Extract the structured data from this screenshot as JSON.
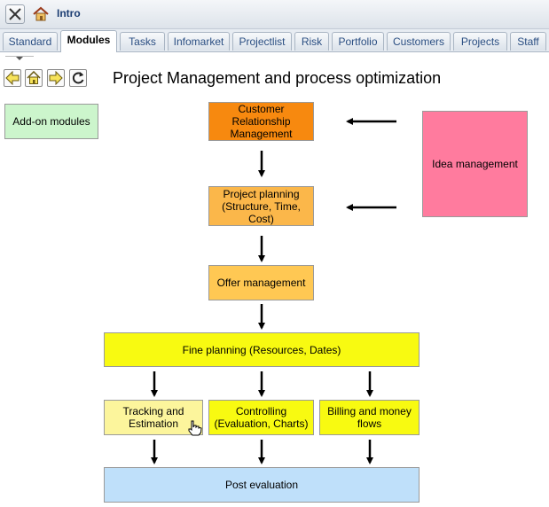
{
  "window": {
    "title": "Intro"
  },
  "tabs": [
    {
      "label": "Standard",
      "active": false
    },
    {
      "label": "Modules",
      "active": true
    },
    {
      "label": "Tasks",
      "active": false
    },
    {
      "label": "Infomarket",
      "active": false
    },
    {
      "label": "Projectlist",
      "active": false
    },
    {
      "label": "Risk",
      "active": false
    },
    {
      "label": "Portfolio",
      "active": false
    },
    {
      "label": "Customers",
      "active": false
    },
    {
      "label": "Projects",
      "active": false
    },
    {
      "label": "Staff",
      "active": false
    }
  ],
  "toolbar": {
    "icons": [
      "arrow-left-icon",
      "home-icon",
      "arrow-right-icon",
      "refresh-icon"
    ]
  },
  "page": {
    "heading": "Project Management and process optimization"
  },
  "diagram": {
    "addon": "Add-on modules",
    "crm": "Customer Relationship Management",
    "idea": "Idea management",
    "planning": "Project planning (Structure, Time, Cost)",
    "offer": "Offer management",
    "fine": "Fine planning (Resources, Dates)",
    "tracking": "Tracking and Estimation",
    "controlling": "Controlling (Evaluation, Charts)",
    "billing": "Billing and money flows",
    "post": "Post evaluation"
  },
  "colors": {
    "addon": "#ccf5cc",
    "crm": "#f7890f",
    "idea": "#ff7b9e",
    "planning": "#fbb74a",
    "offer": "#ffc853",
    "fine": "#f8fa11",
    "tracking": "#fcf59c",
    "controlling": "#f8fa11",
    "billing": "#f8fa11",
    "post": "#bfe0fa"
  }
}
